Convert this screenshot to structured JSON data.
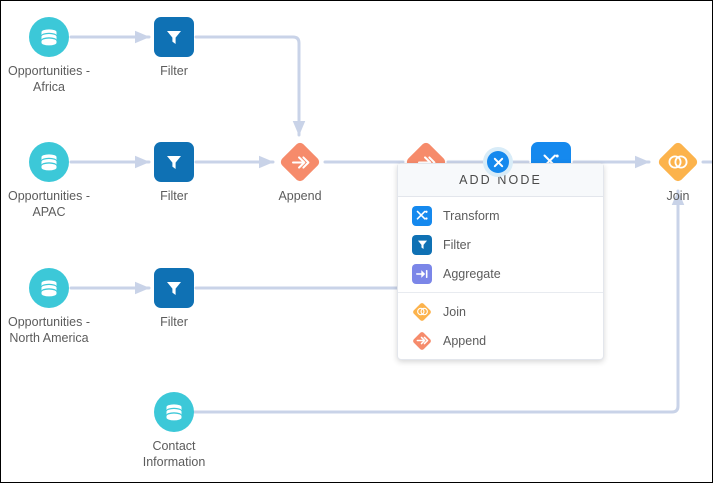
{
  "canvas": {
    "background": "#ffffff",
    "border_color": "#000000",
    "edge_color": "#c9d3e8"
  },
  "colors": {
    "dataset": "#3cc8d8",
    "filter": "#0f71b4",
    "transform": "#1589ee",
    "aggregate": "#7b86e8",
    "append": "#f68b6b",
    "join": "#fcb34c",
    "close_button": "#1589ee"
  },
  "nodes": [
    {
      "id": "ds-africa",
      "type": "dataset",
      "icon": "database-icon",
      "label": "Opportunities -\nAfrica"
    },
    {
      "id": "filter-1",
      "type": "filter",
      "icon": "funnel-icon",
      "label": "Filter"
    },
    {
      "id": "ds-apac",
      "type": "dataset",
      "icon": "database-icon",
      "label": "Opportunities -\nAPAC"
    },
    {
      "id": "filter-2",
      "type": "filter",
      "icon": "funnel-icon",
      "label": "Filter"
    },
    {
      "id": "append-1",
      "type": "append",
      "icon": "append-icon",
      "label": "Append"
    },
    {
      "id": "ds-na",
      "type": "dataset",
      "icon": "database-icon",
      "label": "Opportunities -\nNorth America"
    },
    {
      "id": "filter-3",
      "type": "filter",
      "icon": "funnel-icon",
      "label": "Filter"
    },
    {
      "id": "ds-contact",
      "type": "dataset",
      "icon": "database-icon",
      "label": "Contact\nInformation"
    },
    {
      "id": "join-1",
      "type": "join",
      "icon": "join-icon",
      "label": "Join"
    },
    {
      "id": "append-2",
      "type": "append",
      "icon": "append-icon",
      "label": ""
    },
    {
      "id": "transform-1",
      "type": "transform",
      "icon": "transform-icon",
      "label": ""
    }
  ],
  "add_node_popup": {
    "title": "ADD NODE",
    "close_label": "Close",
    "close_icon": "close-icon",
    "groups": [
      {
        "items": [
          {
            "label": "Transform",
            "icon": "transform-icon",
            "color": "#1589ee",
            "shape": "square"
          },
          {
            "label": "Filter",
            "icon": "funnel-icon",
            "color": "#0f71b4",
            "shape": "square"
          },
          {
            "label": "Aggregate",
            "icon": "aggregate-icon",
            "color": "#7b86e8",
            "shape": "square"
          }
        ]
      },
      {
        "items": [
          {
            "label": "Join",
            "icon": "join-icon",
            "color": "#fcb34c",
            "shape": "diamond"
          },
          {
            "label": "Append",
            "icon": "append-icon",
            "color": "#f68b6b",
            "shape": "diamond"
          }
        ]
      }
    ]
  }
}
